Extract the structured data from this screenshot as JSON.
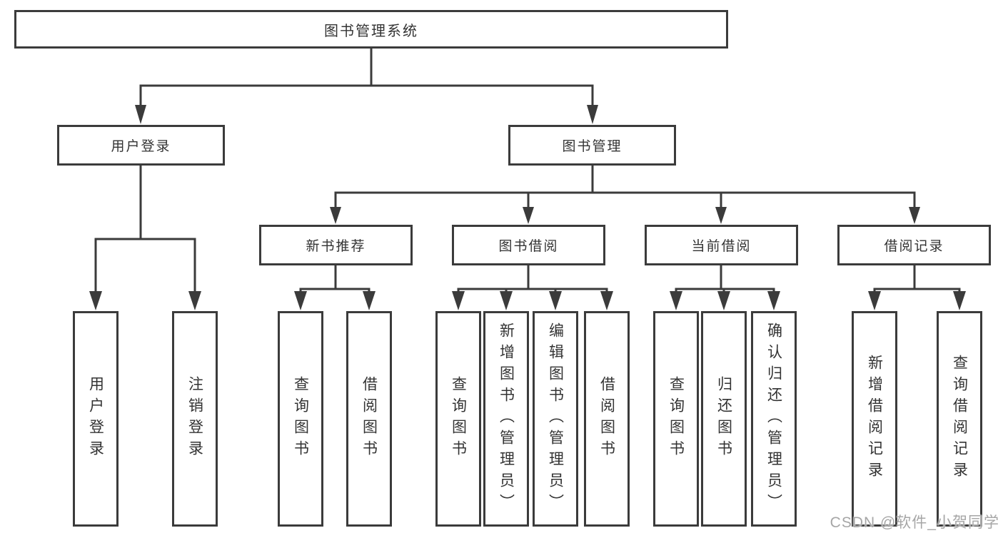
{
  "diagram": {
    "title": "图书管理系统",
    "root": {
      "label": "图书管理系统"
    },
    "level2": {
      "user_login": {
        "label": "用户登录"
      },
      "book_mgmt": {
        "label": "图书管理"
      }
    },
    "level3": {
      "new_book": {
        "label": "新书推荐"
      },
      "book_borrow": {
        "label": "图书借阅"
      },
      "current_borrow": {
        "label": "当前借阅"
      },
      "borrow_record": {
        "label": "借阅记录"
      }
    },
    "leaves": {
      "user_login": [
        "用户登录",
        "注销登录"
      ],
      "new_book": [
        "查询图书",
        "借阅图书"
      ],
      "book_borrow": [
        "查询图书",
        "新增图书（管理员）",
        "编辑图书（管理员）",
        "借阅图书"
      ],
      "current_borrow": [
        "查询图书",
        "归还图书",
        "确认归还（管理员）"
      ],
      "borrow_record": [
        "新增借阅记录",
        "查询借阅记录"
      ]
    }
  },
  "watermark": {
    "text": "CSDN @软件_小贺同学"
  },
  "colors": {
    "line": "#3b3b3b",
    "box_border": "#3b3b3b",
    "text": "#333333",
    "watermark": "#a6a6a6",
    "background": "#ffffff"
  }
}
